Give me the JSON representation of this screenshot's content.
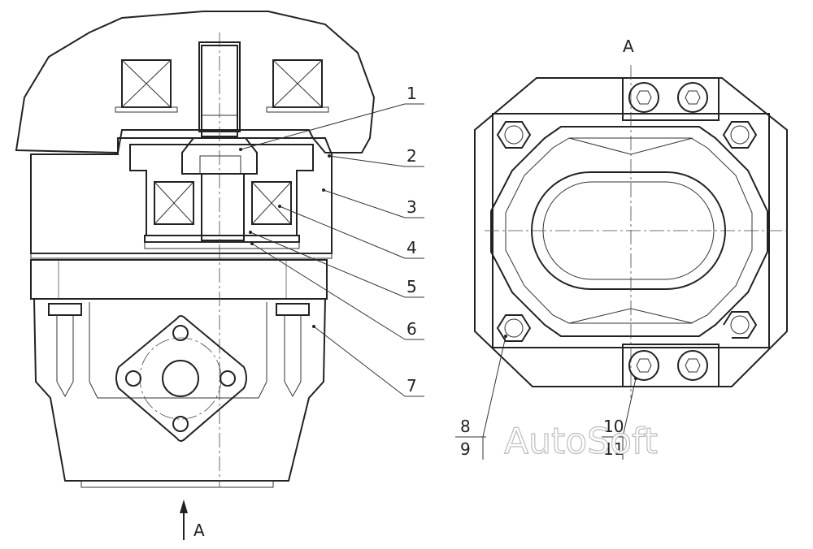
{
  "view_marks": {
    "top_view": "A",
    "arrow_label": "A"
  },
  "callouts": {
    "c1": "1",
    "c2": "2",
    "c3": "3",
    "c4": "4",
    "c5": "5",
    "c6": "6",
    "c7": "7",
    "c8": "8",
    "c9": "9",
    "c10": "10",
    "c11": "11"
  },
  "watermark": "AutoSoft",
  "colors": {
    "line": "#222222",
    "background": "#ffffff",
    "watermark_outline": "#bdbdbd"
  }
}
